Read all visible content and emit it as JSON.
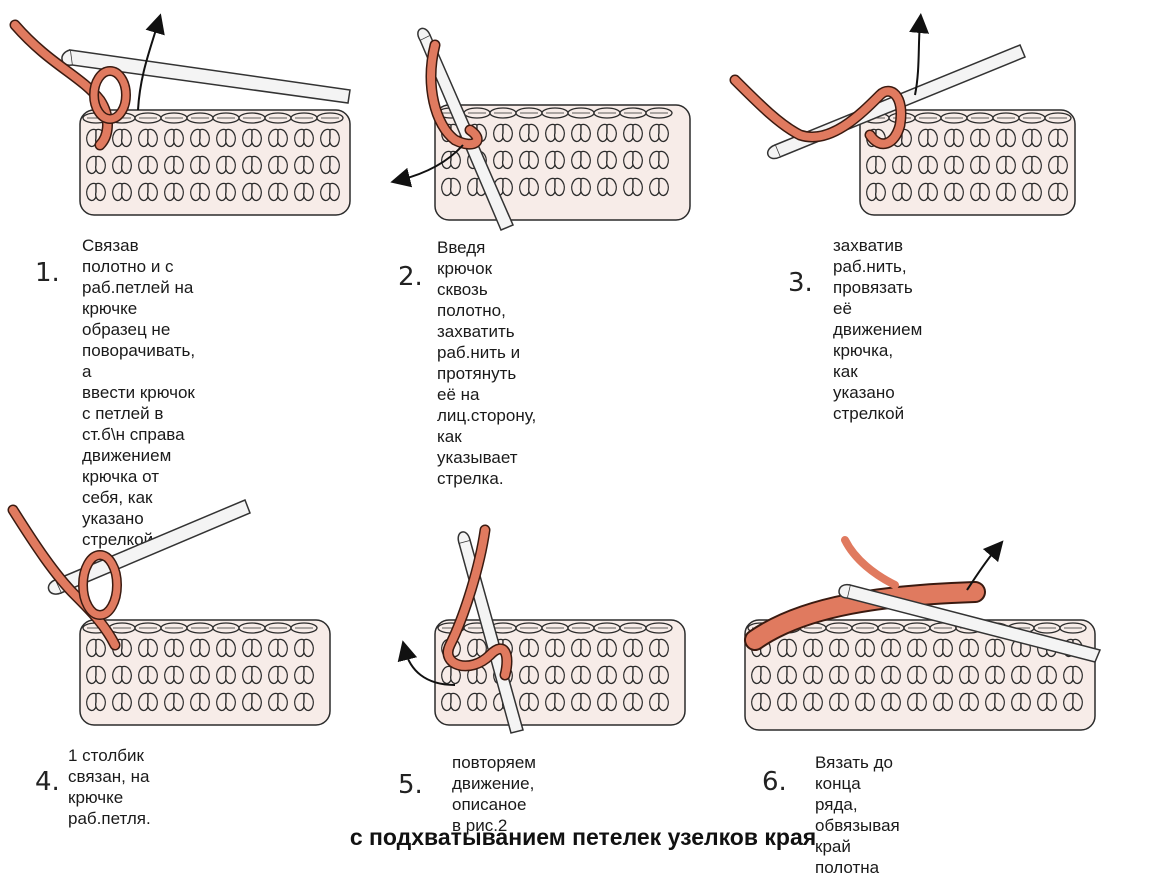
{
  "colors": {
    "yarn": "#e07a5f",
    "yarn_outline": "#3a1a10",
    "fabric": "#f7ece8",
    "fabric_outline": "#2b2b2b",
    "hook": "#f4f4f4",
    "arrow": "#111111"
  },
  "steps": [
    {
      "number": "1.",
      "caption": "Связав полотно и с\nраб.петлей на крючке\nобразец не поворачивать, а\nввести крючок с петлей в\nст.б\\н справа движением\nкрючка от себя, как указано\nстрелкой",
      "icon": "crochet-hook-insert-icon"
    },
    {
      "number": "2.",
      "caption": "Введя крючок сквозь полотно,\nзахватить раб.нить и протянуть\nеё на лиц.сторону, как\nуказывает стрелка.",
      "icon": "crochet-hook-pull-through-icon"
    },
    {
      "number": "3.",
      "caption": "захватив раб.нить, провязать её\nдвижением крючка, как указано\nстрелкой",
      "icon": "crochet-hook-yarn-over-icon"
    },
    {
      "number": "4.",
      "caption": "1 столбик связан, на крючке\nраб.петля.",
      "icon": "crochet-stitch-done-icon"
    },
    {
      "number": "5.",
      "caption": "повторяем движение,\nописаное в рис.2",
      "icon": "crochet-repeat-icon"
    },
    {
      "number": "6.",
      "caption": "Вязать до конца ряда, обвязывая\nкрай полотна",
      "icon": "crochet-edge-finished-icon"
    }
  ],
  "footer": "с подхватыванием петелек узелков края"
}
